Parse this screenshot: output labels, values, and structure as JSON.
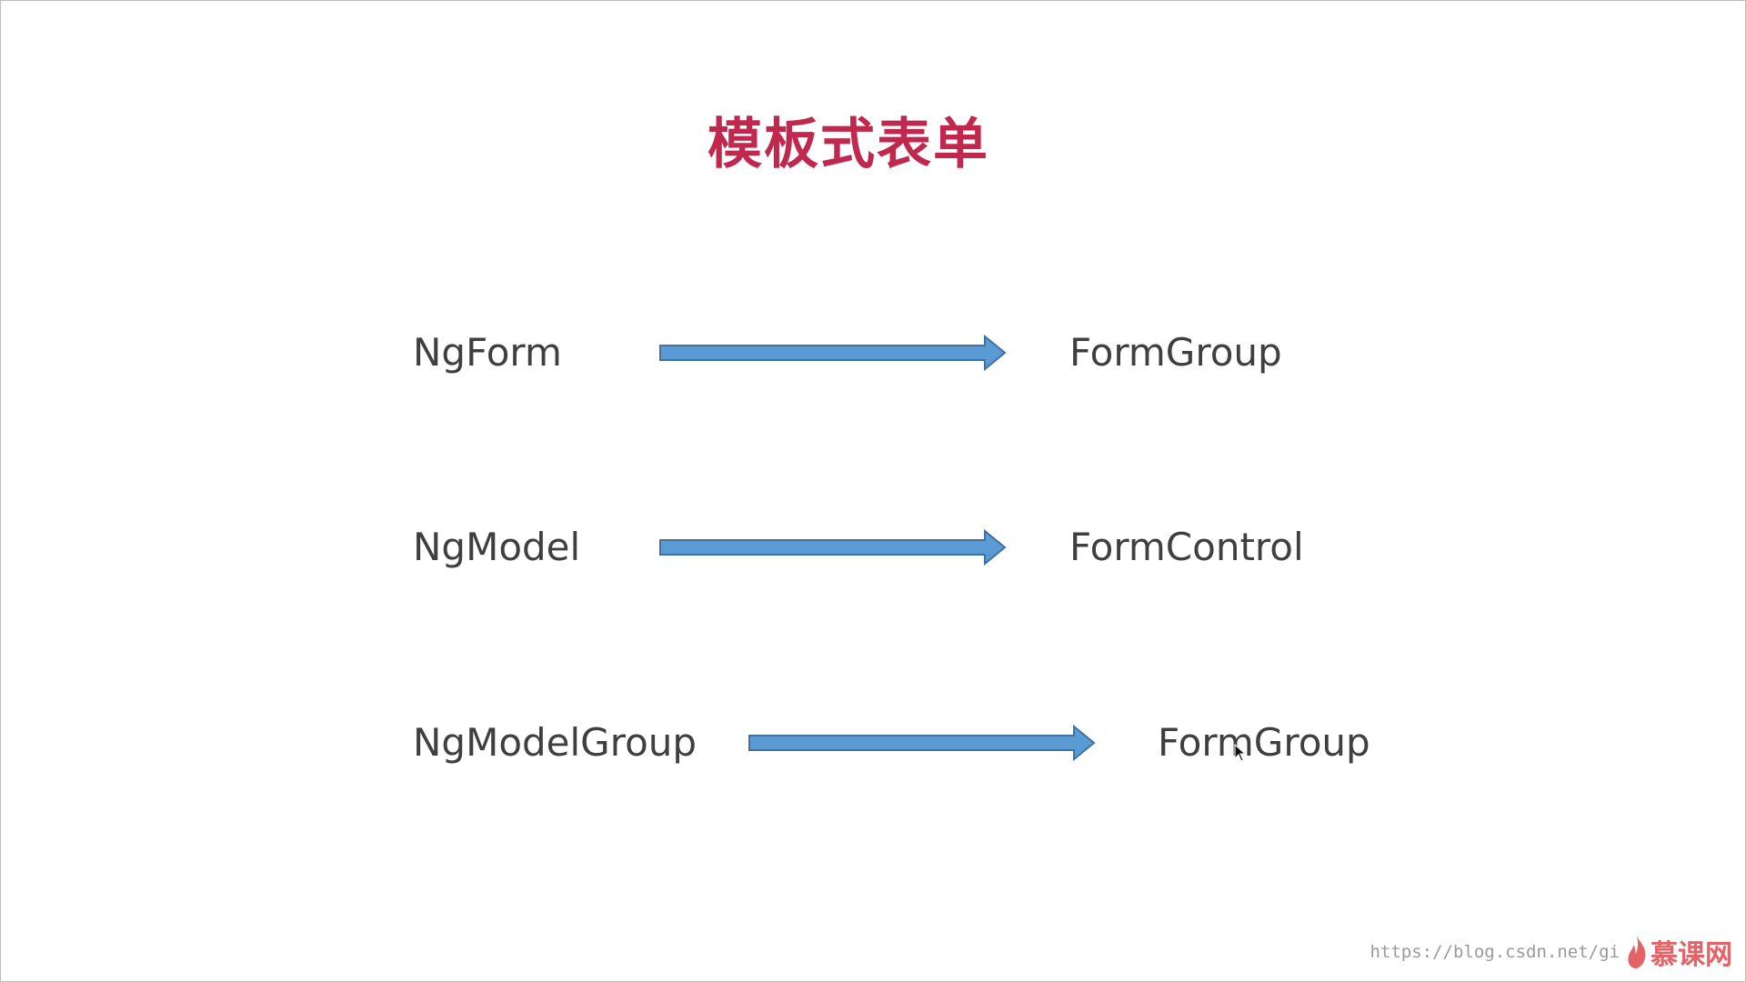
{
  "slide": {
    "title": "模板式表单",
    "rows": [
      {
        "left": "NgForm",
        "right": "FormGroup"
      },
      {
        "left": "NgModel",
        "right": "FormControl"
      },
      {
        "left": "NgModelGroup",
        "right": "FormGroup"
      }
    ]
  },
  "colors": {
    "title": "#c0284e",
    "text": "#3f3f3f",
    "arrow_fill": "#5b9bd5",
    "arrow_stroke": "#41719c"
  },
  "watermark": {
    "url": "https://blog.csdn.net/gi",
    "logo_text": "慕课网",
    "logo_icon": "flame-icon"
  },
  "cursor": {
    "icon": "mouse-pointer-icon"
  }
}
